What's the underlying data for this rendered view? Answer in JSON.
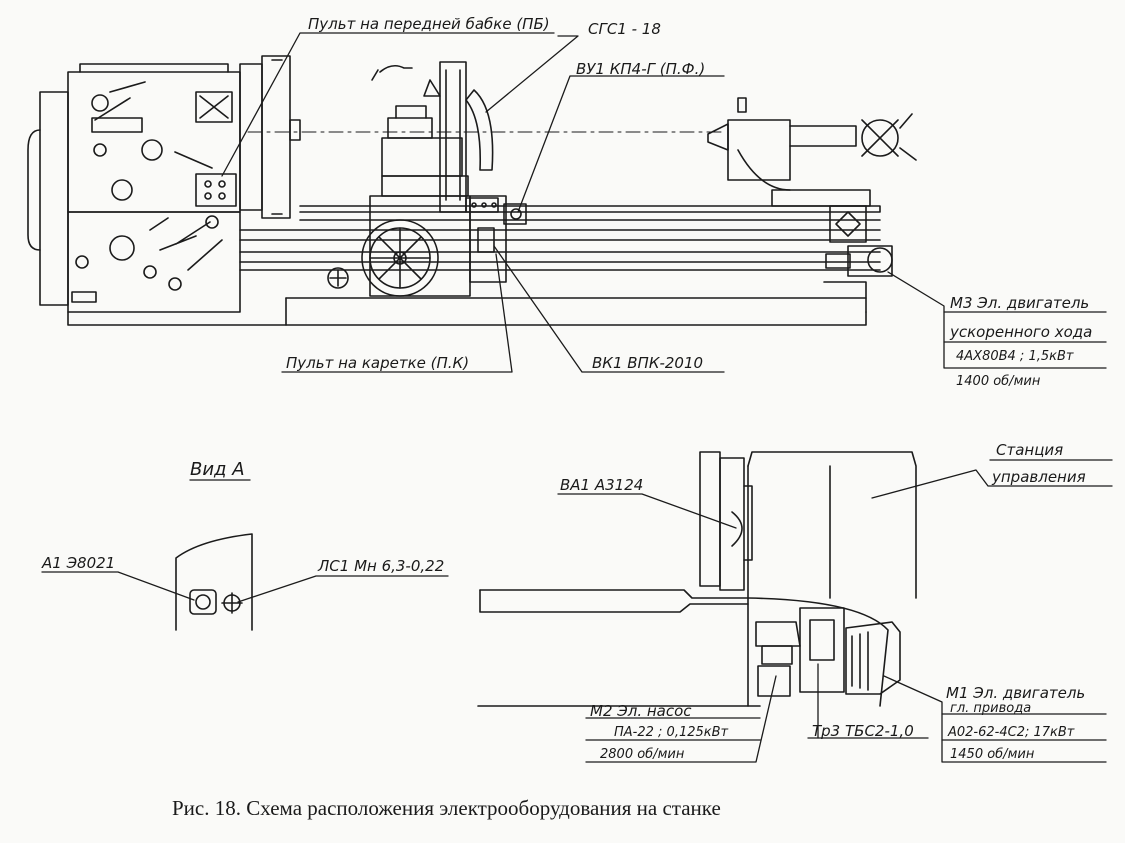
{
  "labels": {
    "pb": "Пульт на передней бабке (ПБ)",
    "sgs": "СГС1 - 18",
    "vu1": "ВУ1   КП4-Г (П.Ф.)",
    "pk": "Пульт на каретке (П.К)",
    "vk1": "ВК1   ВПК-2010",
    "m3_1": "М3 Эл. двигатель",
    "m3_2": "ускоренного хода",
    "m3_3": "4АХ80В4 ; 1,5кВт",
    "m3_4": "1400 об/мин",
    "vid_a": "Вид А",
    "a1": "А1  Э8021",
    "ls1": "ЛС1 Мн 6,3-0,22",
    "va1": "ВА1  А3124",
    "st1": "Станция",
    "st2": "управления",
    "m2_1": "М2 Эл. насос",
    "m2_2": "ПА-22 ; 0,125кВт",
    "m2_3": "2800 об/мин",
    "tr": "Тр3 ТБС2-1,0",
    "m1_1": "М1 Эл. двигатель",
    "m1_2": "гл. привода",
    "m1_3": "А02-62-4С2; 17кВт",
    "m1_4": "1450 об/мин"
  },
  "caption": "Рис. 18. Схема расположения электрооборудования на станке"
}
